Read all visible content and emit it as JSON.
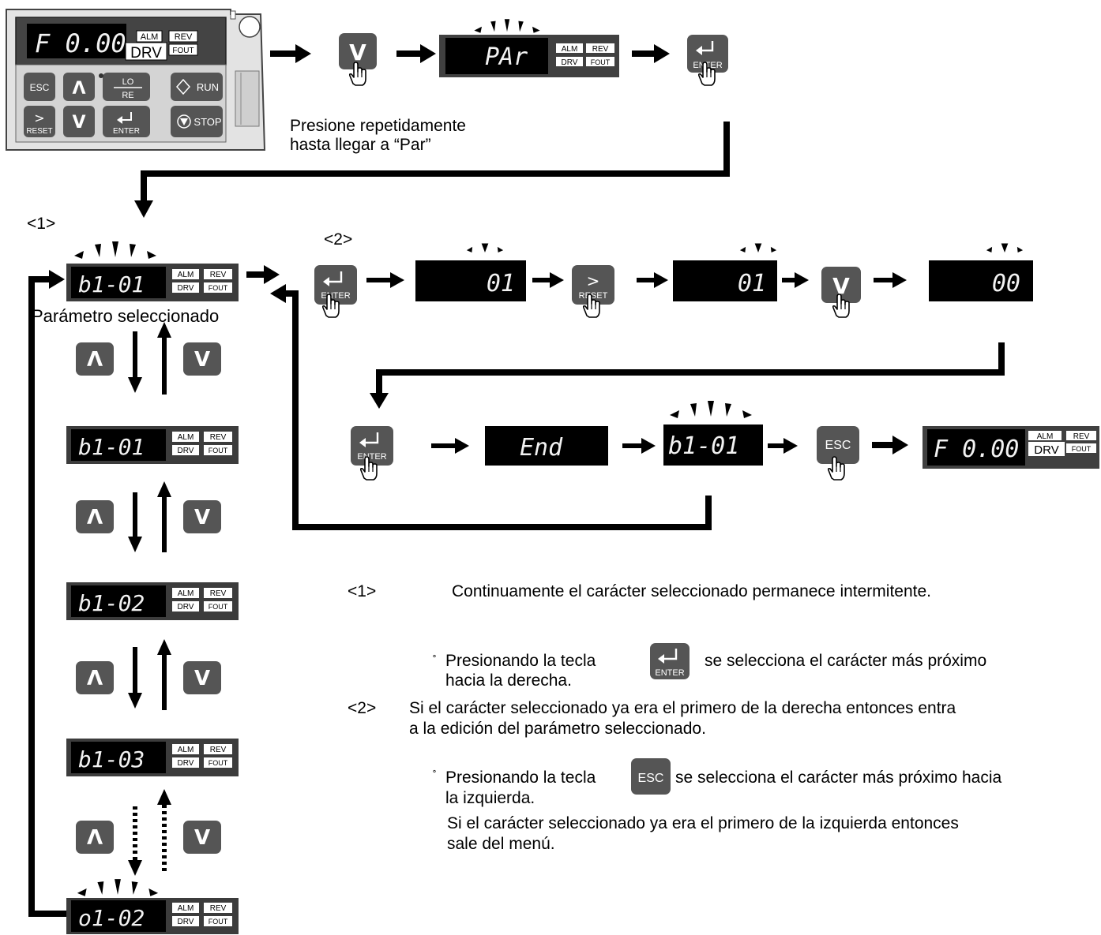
{
  "keypad": {
    "display_text": "F  0.00",
    "ind_alm": "ALM",
    "ind_rev": "REV",
    "ind_drv": "DRV",
    "ind_fout": "FOUT",
    "keys": {
      "esc": "ESC",
      "up": "Λ",
      "lo_re_top": "LO",
      "lo_re_bottom": "RE",
      "run": "RUN",
      "reset_symbol": ">",
      "reset": "RESET",
      "down": "V",
      "enter": "ENTER",
      "stop": "STOP"
    }
  },
  "indicators": {
    "alm": "ALM",
    "rev": "REV",
    "drv": "DRV",
    "fout": "FOUT"
  },
  "top_flow": {
    "display_par": "PAr",
    "caption_line1": "Presione repetidamente",
    "caption_line2": "hasta llegar a “Par”"
  },
  "markers": {
    "m1": "<1>",
    "m2": "<2>"
  },
  "column": {
    "label": "Parámetro seleccionado",
    "displays": [
      "b1-01",
      "b1-01",
      "b1-02",
      "b1-03",
      "o1-02"
    ]
  },
  "edit_flow": {
    "displays": [
      "01",
      "01",
      "00"
    ],
    "end_display": "End",
    "result_display": "b1-01",
    "final_display": "F  0.00"
  },
  "buttons": {
    "enter": "ENTER",
    "reset": "RESET",
    "reset_symbol": ">",
    "up": "Λ",
    "down": "V",
    "esc": "ESC"
  },
  "notes": {
    "n1_marker": "<1>",
    "n1_text": "Continuamente el carácter seleccionado permanece intermitente.",
    "bullet": "˚",
    "n1a_before": "Presionando la tecla",
    "n1a_after": "se selecciona el carácter más próximo",
    "n1a_line2": "hacia la derecha.",
    "n2_marker": "<2>",
    "n2_line1": "Si el carácter seleccionado ya era el primero de la derecha entonces entra",
    "n2_line2": "a la edición del parámetro seleccionado.",
    "n3_before": "Presionando la tecla",
    "n3_after": "se selecciona el carácter más próximo hacia",
    "n3_line2": "la izquierda.",
    "n3_line3": "Si el carácter seleccionado ya era el primero de la izquierda entonces",
    "n3_line4": "sale del menú."
  },
  "colors": {
    "button_gray": "#555555",
    "display_black": "#000000",
    "keypad_face": "#d9d9d9",
    "arrow": "#000000"
  }
}
